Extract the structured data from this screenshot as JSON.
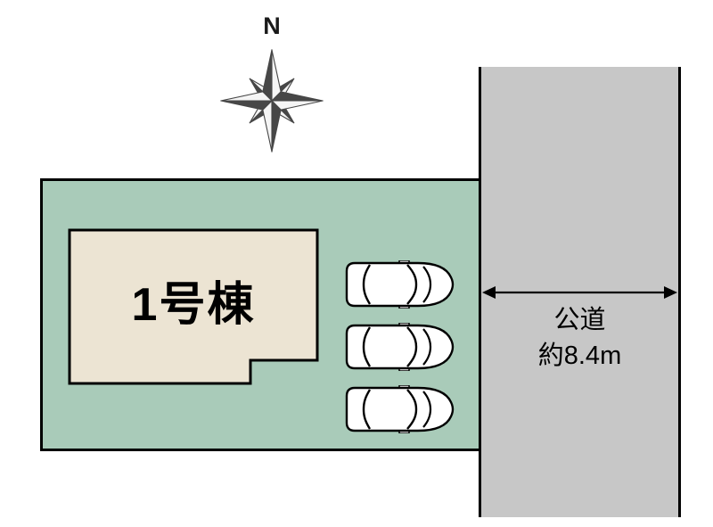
{
  "compass": {
    "label": "N"
  },
  "building": {
    "label": "1号棟"
  },
  "parking": {
    "car_count": 3
  },
  "road": {
    "name": "公道",
    "width": "約8.4m"
  },
  "icons": {
    "compass": "compass-rose-icon",
    "car": "car-top-view-icon",
    "road_width": "double-headed-arrow-icon"
  },
  "colors": {
    "plot-green": "#a9cbb9",
    "building-beige": "#ece4d3",
    "road-gray": "#c7c7c7",
    "outline-black": "#000000"
  }
}
